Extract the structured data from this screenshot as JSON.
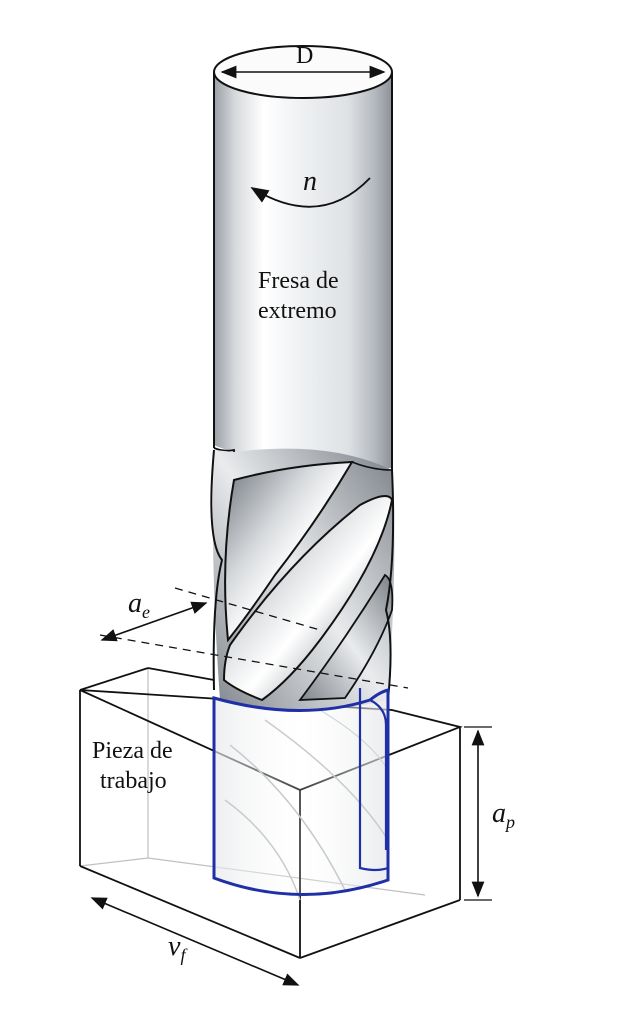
{
  "diagram": {
    "labels": {
      "diameter": "D",
      "rotation": "n",
      "tool_line1": "Fresa de",
      "tool_line2": "extremo",
      "workpiece_line1": "Pieza de",
      "workpiece_line2": "trabajo",
      "ae_main": "a",
      "ae_sub": "e",
      "ap_main": "a",
      "ap_sub": "p",
      "vf_main": "v",
      "vf_sub": "f"
    },
    "colors": {
      "outline": "#111111",
      "cut_outline": "#1f2fa8",
      "box_edge": "#bbbbbb",
      "steel_dark": "#8a8f96",
      "steel_light": "#f4f5f7"
    }
  }
}
